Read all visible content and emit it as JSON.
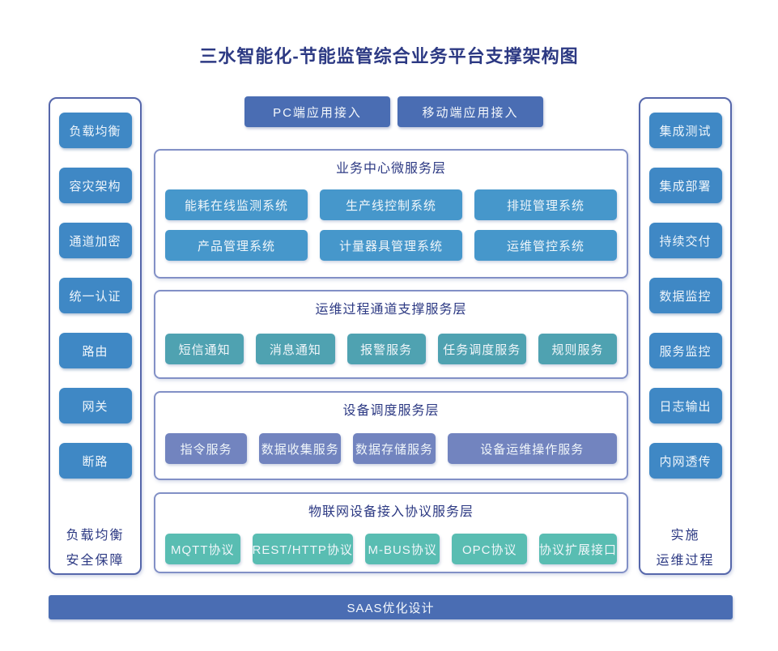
{
  "title": "三水智能化-节能监管综合业务平台支撑架构图",
  "top_access": {
    "pc": "PC端应用接入",
    "mobile": "移动端应用接入"
  },
  "left_panel": {
    "items": [
      "负载均衡",
      "容灾架构",
      "通道加密",
      "统一认证",
      "路由",
      "网关",
      "断路"
    ],
    "caption": [
      "负载均衡",
      "安全保障"
    ]
  },
  "right_panel": {
    "items": [
      "集成测试",
      "集成部署",
      "持续交付",
      "数据监控",
      "服务监控",
      "日志输出",
      "内网透传"
    ],
    "caption": [
      "实施",
      "运维过程"
    ]
  },
  "layers": [
    {
      "title": "业务中心微服务层",
      "rows": [
        [
          "能耗在线监测系统",
          "生产线控制系统",
          "排班管理系统"
        ],
        [
          "产品管理系统",
          "计量器具管理系统",
          "运维管控系统"
        ]
      ]
    },
    {
      "title": "运维过程通道支撑服务层",
      "rows": [
        [
          "短信通知",
          "消息通知",
          "报警服务",
          "任务调度服务",
          "规则服务"
        ]
      ]
    },
    {
      "title": "设备调度服务层",
      "rows": [
        [
          "指令服务",
          "数据收集服务",
          "数据存储服务",
          "设备运维操作服务"
        ]
      ]
    },
    {
      "title": "物联网设备接入协议服务层",
      "rows": [
        [
          "MQTT协议",
          "REST/HTTP协议",
          "M-BUS协议",
          "OPC协议",
          "协议扩展接口"
        ]
      ]
    }
  ],
  "footer": "SAAS优化设计",
  "colors": {
    "heading_navy": "#2c3983",
    "accent_indigo": "#4a6db3",
    "sidebar_blue": "#3f88c5",
    "layer_blue": "#4697cb",
    "layer_teal": "#4fa2b1",
    "layer_slate": "#7284bf",
    "layer_mint": "#59bdb2",
    "panel_border": "#5667ab",
    "layer_border": "#8290c6"
  }
}
